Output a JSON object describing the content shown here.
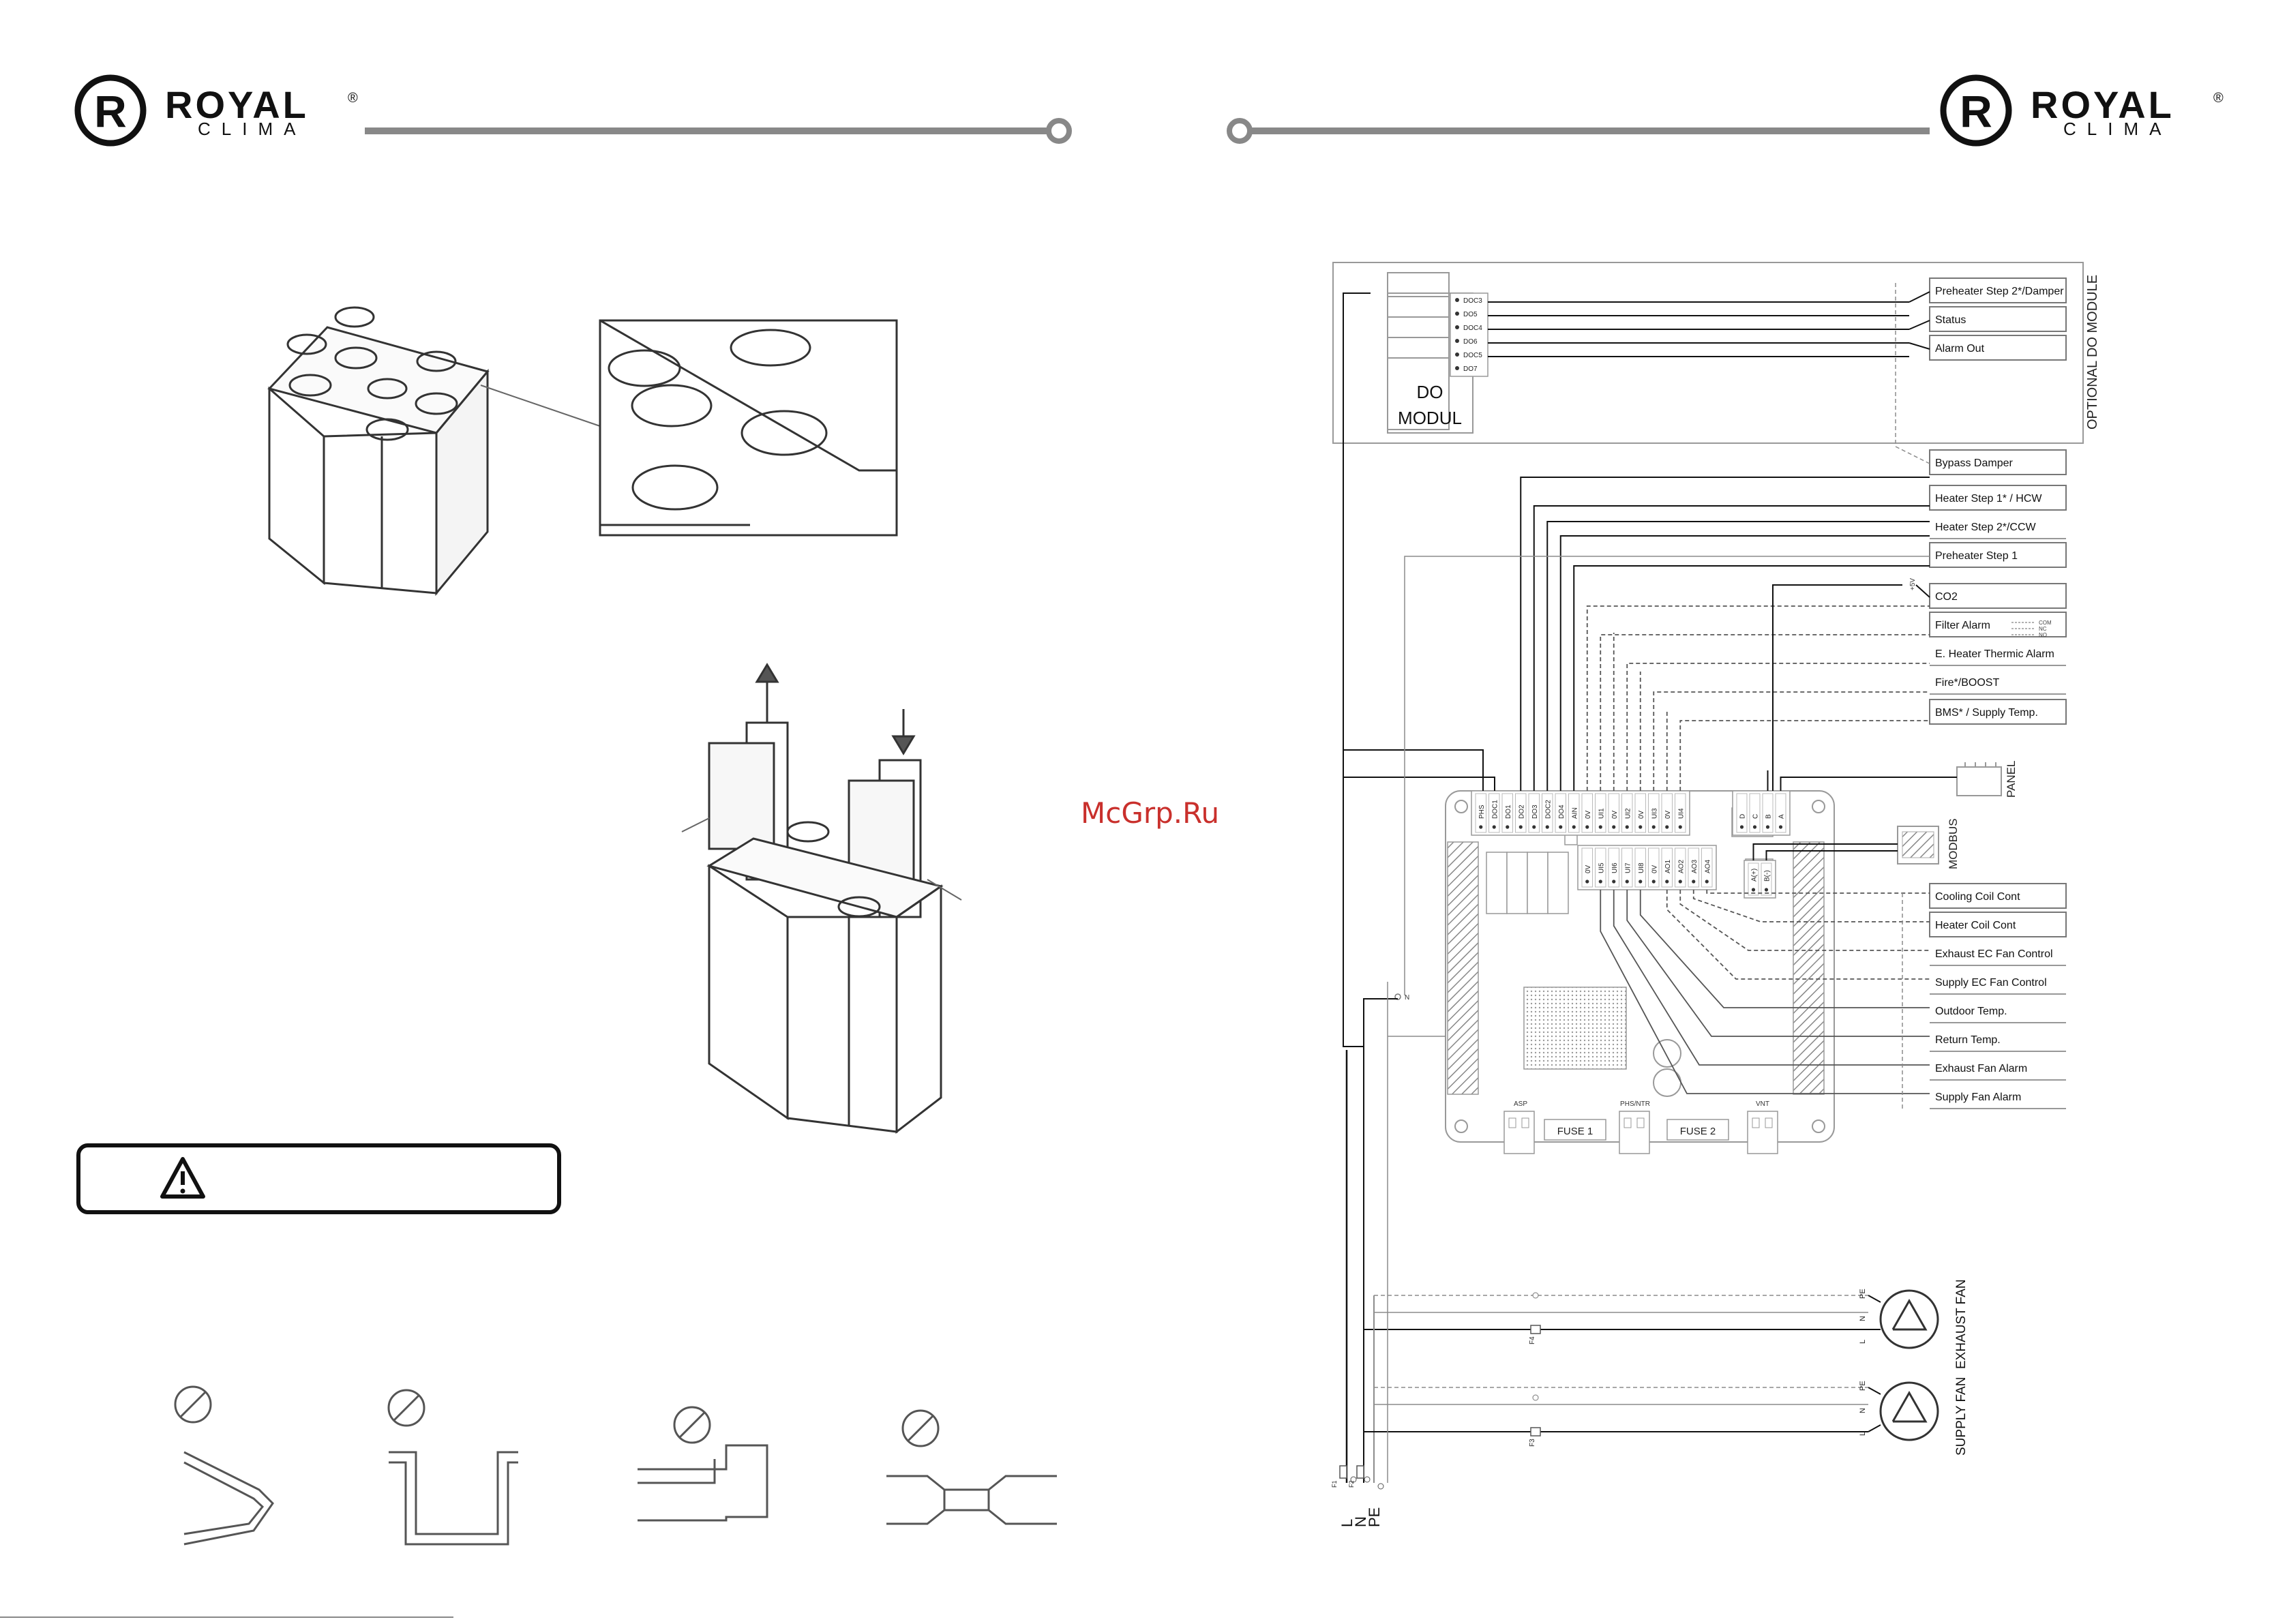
{
  "brand": {
    "name": "ROYAL",
    "registered": "®",
    "sub": "CLIMA",
    "logo_letter": "R"
  },
  "watermark": "McGrp.Ru",
  "do_module": {
    "name_line1": "DO",
    "name_line2": "MODUL",
    "pins": [
      "DOC3",
      "DO5",
      "DOC4",
      "DO6",
      "DOC5",
      "DO7"
    ],
    "side_label": "OPTIONAL DO MODULE"
  },
  "outputs_top": [
    "Preheater Step 2*/Damper",
    "Status",
    "Alarm Out"
  ],
  "outputs_mid": [
    "Bypass Damper",
    "Heater Step 1* / HCW",
    "Heater Step 2*/CCW",
    "Preheater Step 1"
  ],
  "supply_label": "+5V",
  "inputs": [
    "CO2",
    "Filter Alarm",
    "E. Heater Thermic Alarm",
    "Fire*/BOOST",
    "BMS* / Supply Temp."
  ],
  "filter_contacts": [
    "COM",
    "NC",
    "NO"
  ],
  "analog_outputs": [
    "Cooling Coil Cont",
    "Heater Coil Cont",
    "Exhaust EC Fan Control",
    "Supply EC Fan Control"
  ],
  "sensors": [
    "Outdoor Temp.",
    "Return Temp.",
    "Exhaust Fan Alarm",
    "Supply Fan Alarm"
  ],
  "board": {
    "top_pins": [
      "PHS",
      "DOC1",
      "DO1",
      "DO2",
      "DO3",
      "DOC2",
      "DO4",
      "AIN",
      "0V",
      "UI1",
      "0V",
      "UI2",
      "0V",
      "UI3",
      "0V",
      "UI4"
    ],
    "comm_pins": [
      "D",
      "C",
      "B",
      "A"
    ],
    "lower_pins": [
      "0V",
      "UI5",
      "UI6",
      "UI7",
      "UI8",
      "0V",
      "AO1",
      "AO2",
      "AO3",
      "AO4"
    ],
    "modbus_pins": [
      "A(+)",
      "B(-)"
    ],
    "n_label": "N",
    "connectors": [
      "ASP",
      "PHS/NTR",
      "VNT"
    ],
    "fuses": [
      "FUSE 1",
      "FUSE 2"
    ]
  },
  "panel_label": "PANEL",
  "modbus_label": "MODBUS",
  "fans": [
    {
      "name": "EXHAUST FAN",
      "fuse": "F4",
      "terminals": [
        "PE",
        "N",
        "L"
      ]
    },
    {
      "name": "SUPPLY FAN",
      "fuse": "F3",
      "terminals": [
        "PE",
        "N",
        "L"
      ]
    }
  ],
  "mains": {
    "lines": [
      "L",
      "N",
      "PE"
    ],
    "fuses": [
      "F1",
      "F2"
    ]
  },
  "colors": {
    "line": "#111111",
    "grey": "#8c8c8c",
    "watermark": "#c9302c"
  }
}
